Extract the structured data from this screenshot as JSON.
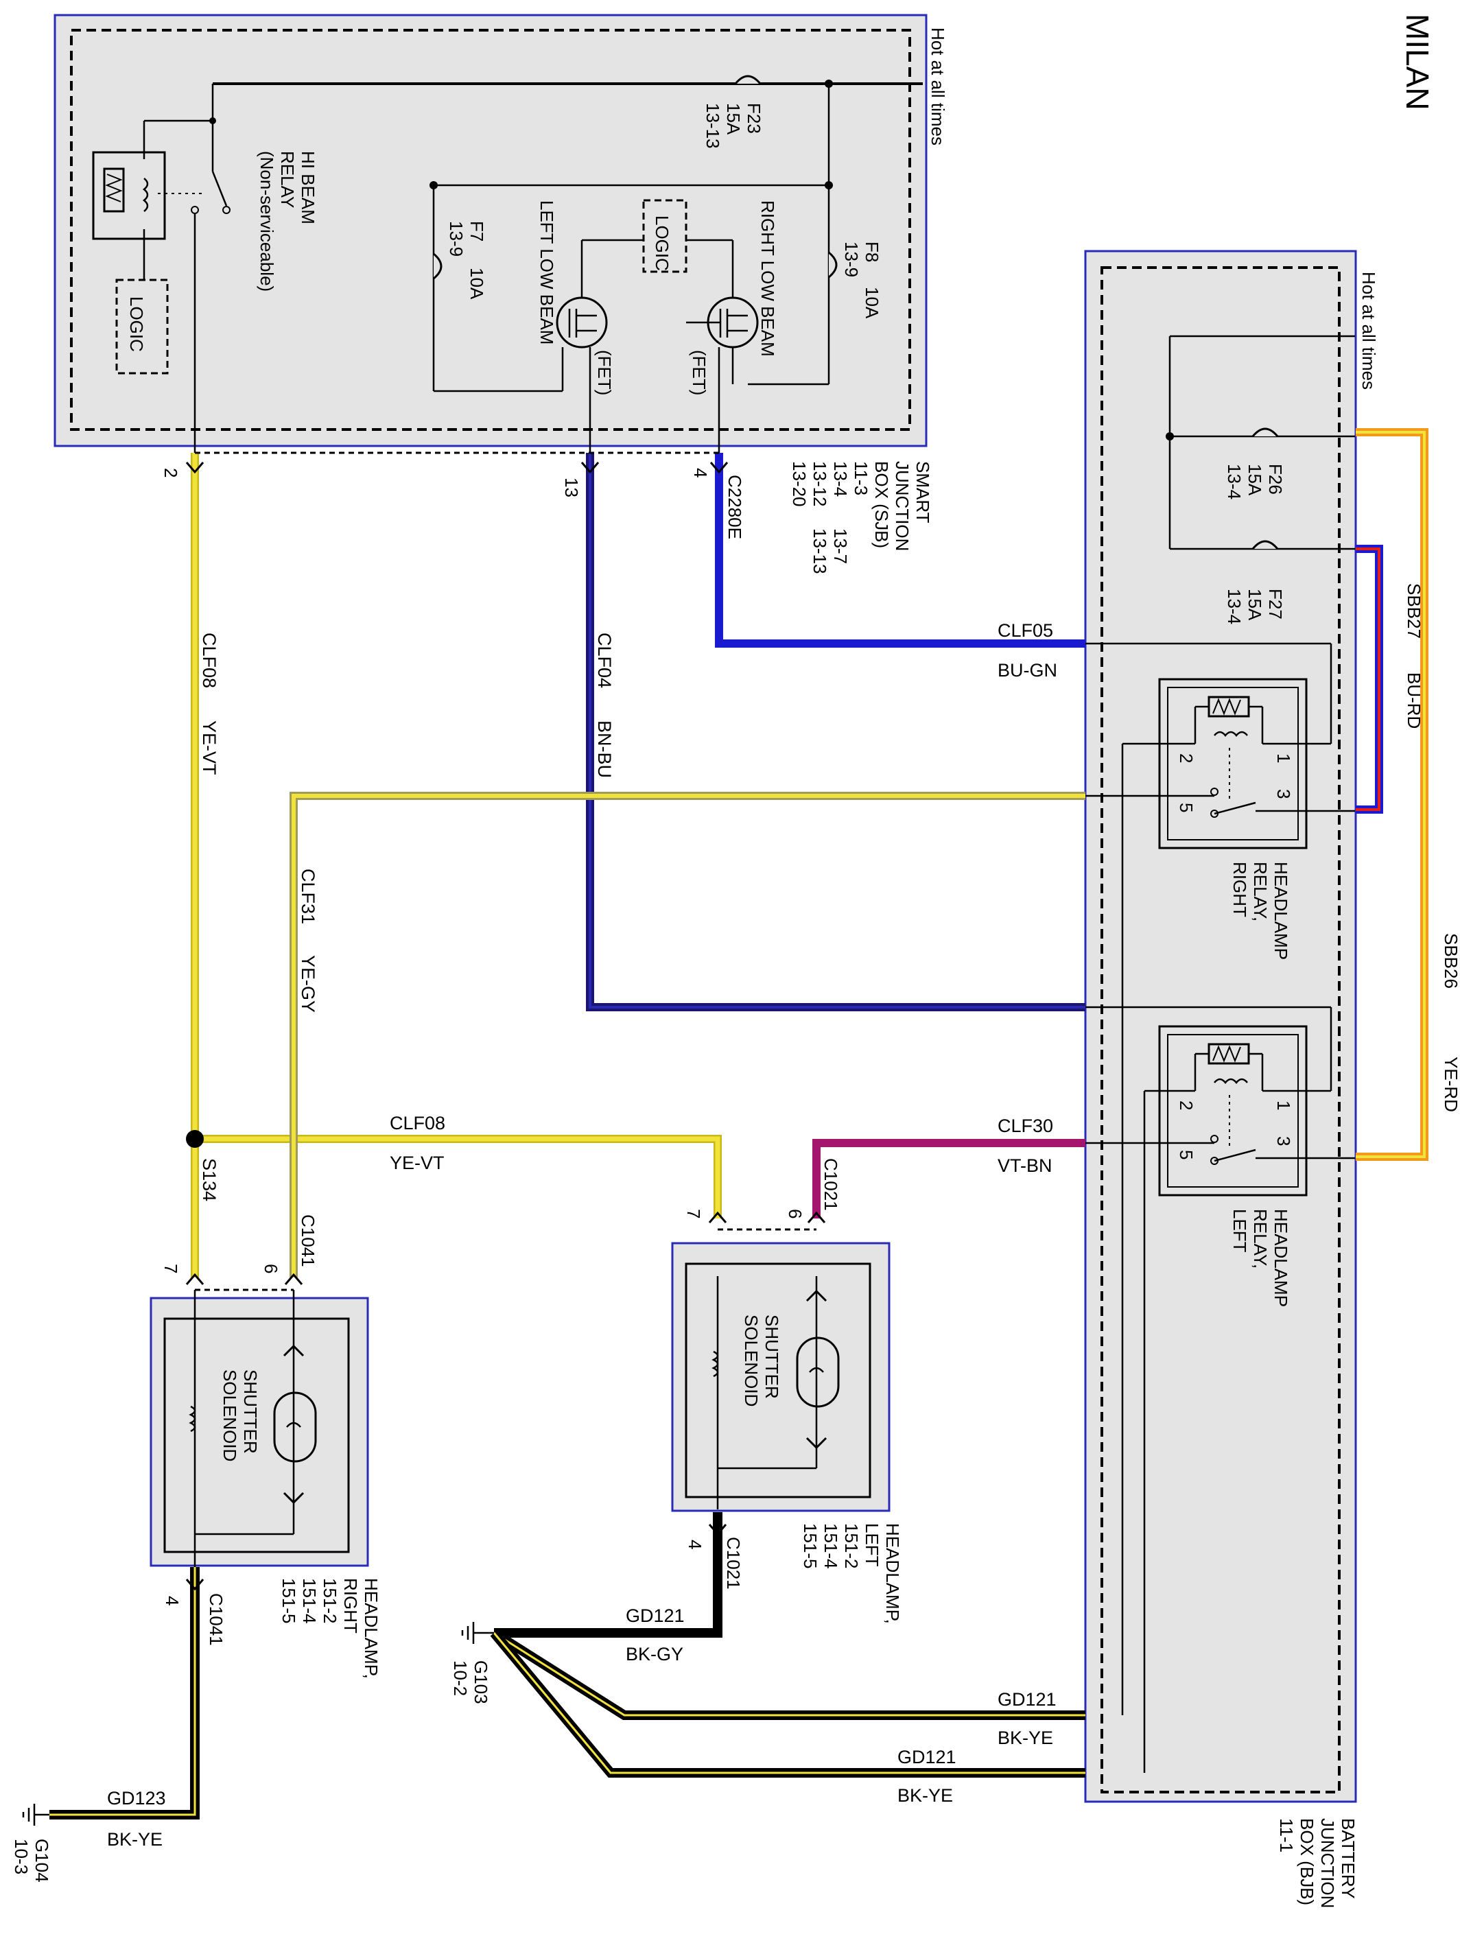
{
  "title": "MILAN",
  "sjb": {
    "name": "SMART JUNCTION BOX (SJB)",
    "name_lines": [
      "SMART",
      "JUNCTION",
      "BOX (SJB)"
    ],
    "refs_col1": [
      "11-3",
      "13-4",
      "13-12",
      "13-20"
    ],
    "refs_col2": [
      "13-7",
      "13-13"
    ],
    "hot": "Hot at all times",
    "fuse_f23": [
      "F23",
      "15A",
      "13-13"
    ],
    "fuse_f8": [
      "F8",
      "10A",
      "13-9"
    ],
    "fuse_f7": [
      "F7",
      "10A",
      "13-9"
    ],
    "hi_beam_relay": [
      "HI BEAM",
      "RELAY",
      "(Non-serviceable)"
    ],
    "logic": "LOGIC",
    "right_low_beam": "RIGHT LOW BEAM",
    "left_low_beam": "LEFT LOW BEAM",
    "fet": "(FET)",
    "pin_2": "2",
    "pin_13": "13",
    "pin_4": "4",
    "connector": "C2280E"
  },
  "bjb": {
    "name_lines": [
      "BATTERY",
      "JUNCTION",
      "BOX (BJB)",
      "11-1"
    ],
    "hot": "Hot at all times",
    "fuse_f26": [
      "F26",
      "15A",
      "13-4"
    ],
    "fuse_f27": [
      "F27",
      "15A",
      "13-4"
    ],
    "relay_right": [
      "HEADLAMP",
      "RELAY,",
      "RIGHT"
    ],
    "relay_left": [
      "HEADLAMP",
      "RELAY,",
      "LEFT"
    ],
    "pins": [
      "1",
      "2",
      "3",
      "5"
    ]
  },
  "wires": {
    "clf08": "CLF08",
    "clf08_color": "YE-VT",
    "clf04": "CLF04",
    "clf04_color": "BN-BU",
    "clf05": "CLF05",
    "clf05_color": "BU-GN",
    "clf31": "CLF31",
    "clf31_color": "YE-GY",
    "clf30": "CLF30",
    "clf30_color": "VT-BN",
    "sbb27": "SBB27",
    "sbb27_color": "BU-RD",
    "sbb26": "SBB26",
    "sbb26_color": "YE-RD",
    "gd121": "GD121",
    "gd121_gy": "BK-GY",
    "gd121_ye": "BK-YE",
    "gd123": "GD123",
    "gd123_color": "BK-YE"
  },
  "splice": "S134",
  "headlamp_left": {
    "name_lines": [
      "HEADLAMP,",
      "LEFT",
      "151-2",
      "151-4",
      "151-5"
    ],
    "solenoid": [
      "SHUTTER",
      "SOLENOID"
    ],
    "connector": "C1021",
    "pin_7": "7",
    "pin_6": "6",
    "pin_4": "4"
  },
  "headlamp_right": {
    "name_lines": [
      "HEADLAMP,",
      "RIGHT",
      "151-2",
      "151-4",
      "151-5"
    ],
    "solenoid": [
      "SHUTTER",
      "SOLENOID"
    ],
    "connector": "C1041",
    "pin_7": "7",
    "pin_6": "6",
    "pin_4": "4"
  },
  "ground_g103": [
    "G103",
    "10-2"
  ],
  "ground_g104": [
    "G104",
    "10-3"
  ],
  "colors": {
    "box_border": "#2b2bb8",
    "box_fill": "#e4e4e4",
    "yellow": "#f2e33a",
    "blue": "#1a1ad0",
    "navy": "#1b1470",
    "magenta": "#a4156e",
    "red": "#e5201a",
    "orange": "#f39a1b"
  }
}
